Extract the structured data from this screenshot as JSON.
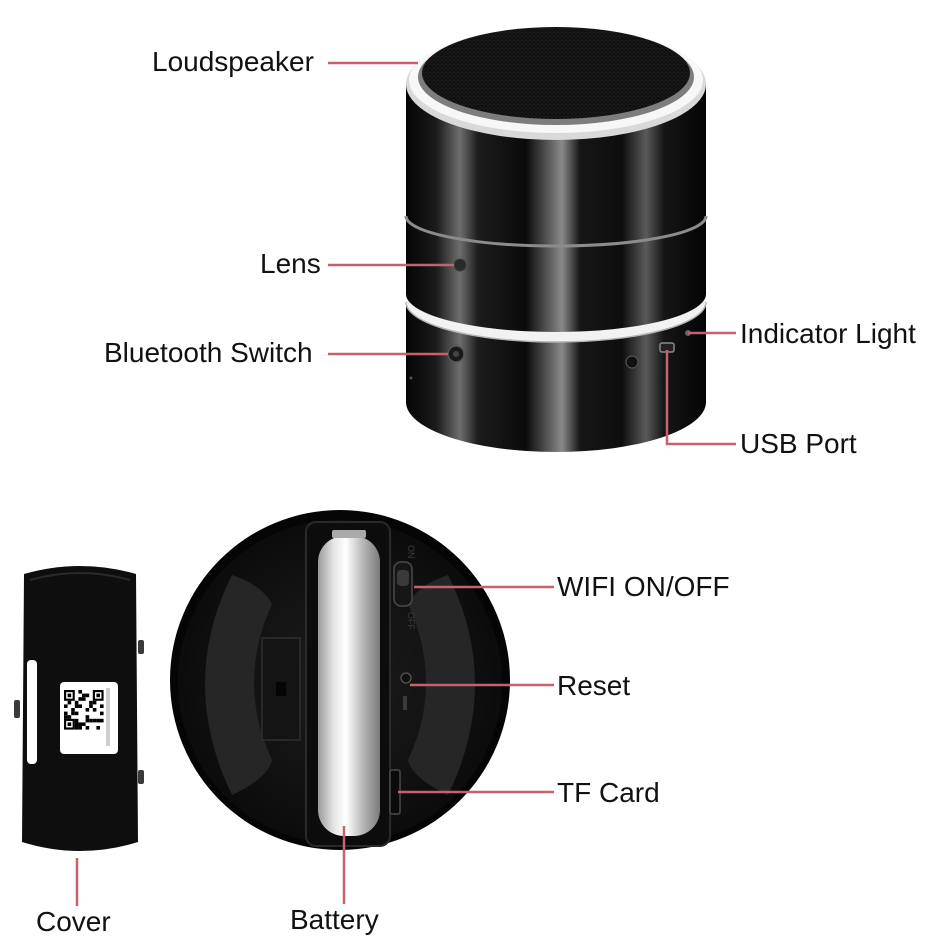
{
  "labels": {
    "loudspeaker": "Loudspeaker",
    "lens": "Lens",
    "bluetooth_switch": "Bluetooth Switch",
    "indicator_light": "Indicator Light",
    "usb_port": "USB Port",
    "wifi_switch": "WIFI ON/OFF",
    "reset": "Reset",
    "tf_card": "TF Card",
    "cover": "Cover",
    "battery": "Battery"
  },
  "engraved": {
    "on": "ON",
    "off": "OFF"
  },
  "colors": {
    "leader_line": "#c8606e",
    "device_body": "#141414",
    "metal_ring": "#e8e8e8",
    "background": "#ffffff"
  }
}
